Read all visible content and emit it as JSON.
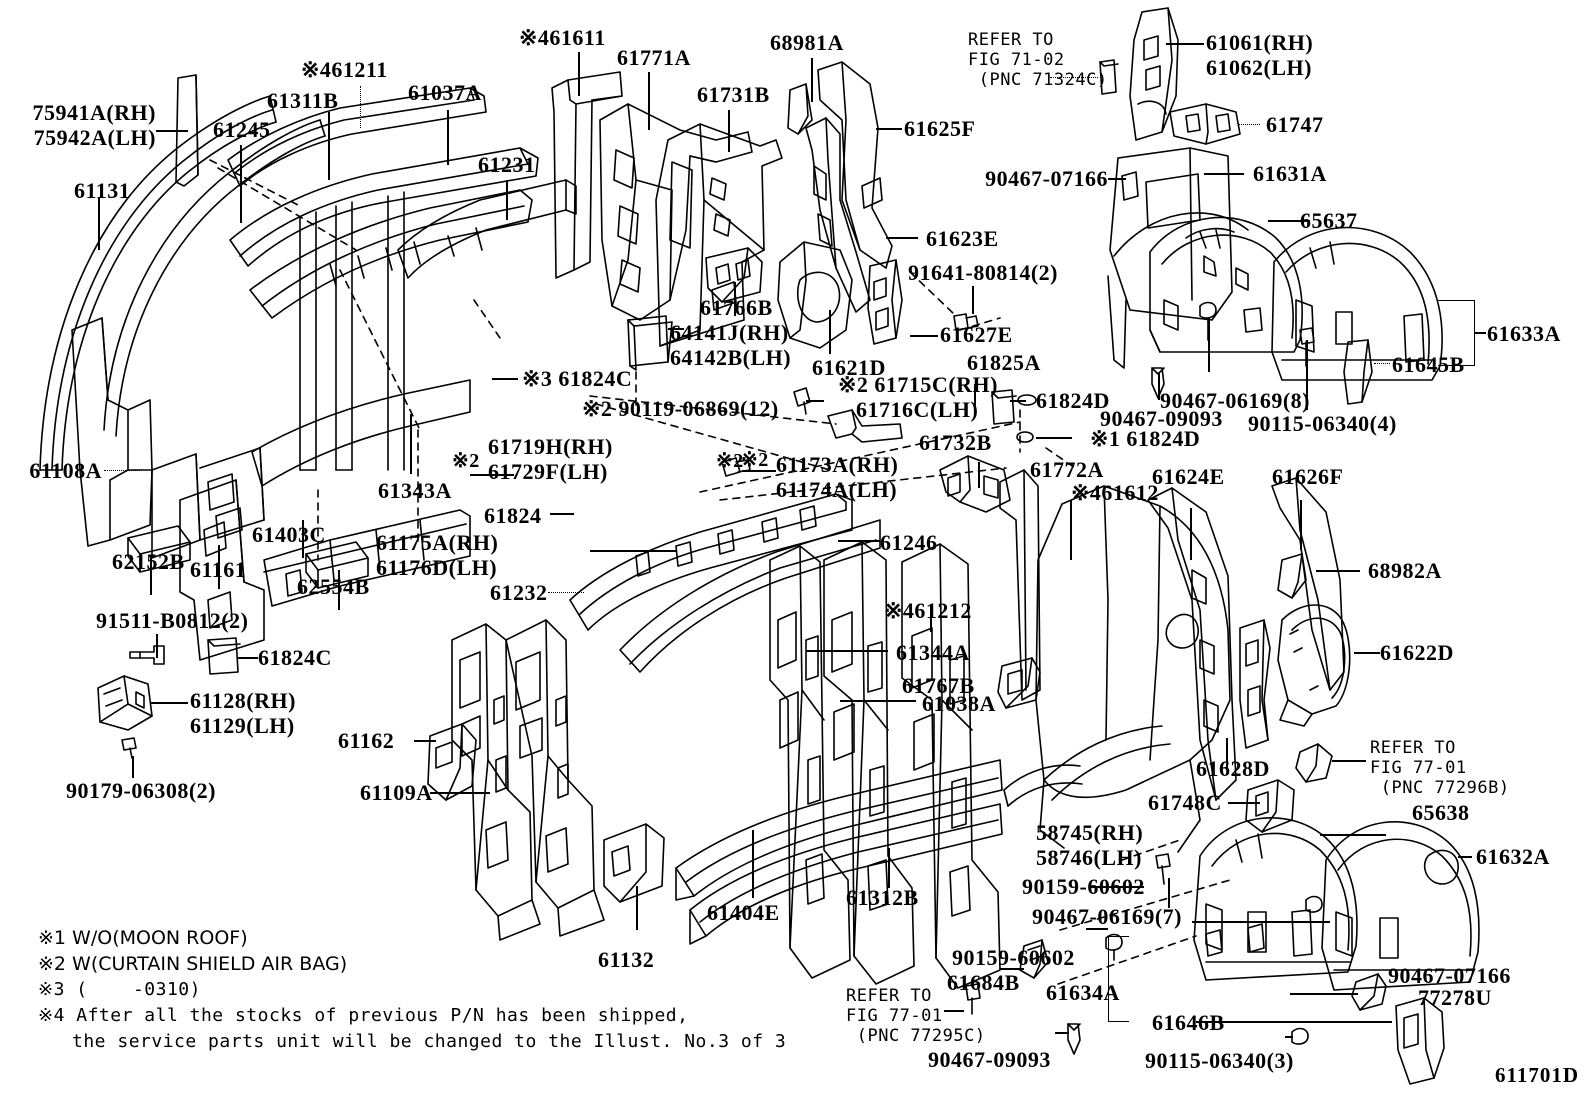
{
  "figure": {
    "id": "611701D",
    "type": "automotive-parts-exploded-diagram",
    "title_notes": [
      "※1 W/O(MOON ROOF)",
      "※2 W(CURTAIN SHIELD AIR BAG)",
      "※3 (    -0310)",
      "※4 After all the stocks of previous P/N has been shipped,",
      "   the service parts unit will be changed to the Illust. No.3 of 3"
    ]
  },
  "callouts": {
    "c_75941": "75941A(RH)\n75942A(LH)",
    "c_61131": "61131",
    "c_61245": "61245",
    "c_61311B": "61311B",
    "c_461211": "※461211",
    "c_61037A": "61037A",
    "c_61231": "61231",
    "c_461611": "※461611",
    "c_61771A": "61771A",
    "c_61731B": "61731B",
    "c_68981A": "68981A",
    "c_61625F": "61625F",
    "c_61623E": "61623E",
    "c_refer7102": "REFER TO\nFIG 71-02\n (PNC 71324C)",
    "c_61061": "61061(RH)\n61062(LH)",
    "c_61747": "61747",
    "c_61631A": "61631A",
    "c_65637": "65637",
    "c_9046707166_top": "90467-07166",
    "c_61633A": "61633A",
    "c_61645B": "61645B",
    "c_61108A": "61108A",
    "c_61343A": "61343A",
    "c_61403C": "61403C",
    "c_61161": "61161",
    "c_62152B": "62152B",
    "c_62554B": "62554B",
    "c_91511": "91511-B0812(2)",
    "c_61824C_b": "61824C",
    "c_61128": "61128(RH)\n61129(LH)",
    "c_90179": "90179-06308(2)",
    "c_61766B": "61766B",
    "c_64141J": "64141J(RH)\n64142B(LH)",
    "c_61621D": "61621D",
    "c_9164180814": "91641-80814(2)",
    "c_61627E": "61627E",
    "c_61825A": "61825A",
    "c_361824C": "※3 61824C",
    "c_9011906869": "※2 90119-06869(12)",
    "c_61715C": "※2 61715C(RH)\n   61716C(LH)",
    "c_61824D_a": "61824D",
    "c_161824D": "※1 61824D",
    "c_9046709093_top": "90467-09093",
    "c_9046706169_8": "90467-06169(8)",
    "c_9011506340_4": "90115-06340(4)",
    "c_61719H": "61719H(RH)\n61729F(LH)",
    "c_star2_a": "※2",
    "c_star2_b": "※2",
    "c_star2_c": "※2",
    "c_61173A": "61173A(RH)\n61174A(LH)",
    "c_61732B": "61732B",
    "c_61772A": "61772A",
    "c_461612": "※461612",
    "c_61624E": "61624E",
    "c_61626F": "61626F",
    "c_68982A": "68982A",
    "c_61824": "61824",
    "c_61175A": "61175A(RH)\n61176D(LH)",
    "c_61232": "61232",
    "c_61246": "61246",
    "c_461212": "※461212",
    "c_61344A": "61344A",
    "c_61767B": "61767B",
    "c_61038A": "61038A",
    "c_61162": "61162",
    "c_61109A": "61109A",
    "c_61404E": "61404E",
    "c_61132": "61132",
    "c_61312B": "61312B",
    "c_61622D": "61622D",
    "c_61628D": "61628D",
    "c_refer7701_a": "REFER TO\nFIG 77-01\n (PNC 77296B)",
    "c_65638": "65638",
    "c_61632A": "61632A",
    "c_61748C": "61748C",
    "c_58745": "58745(RH)\n58746(LH)",
    "c_9015960602_a": "90159-60602",
    "c_9046706169_7": "90467-06169(7)",
    "c_9015960602_b": "90159-60602",
    "c_61684B": "61684B",
    "c_61634A": "61634A",
    "c_refer7701_b": "REFER TO\nFIG 77-01\n (PNC 77295C)",
    "c_9046709093_bot": "90467-09093",
    "c_61646B": "61646B",
    "c_9011506340_3": "90115-06340(3)",
    "c_9046707166_bot": "90467-07166",
    "c_77278U": "77278U"
  }
}
